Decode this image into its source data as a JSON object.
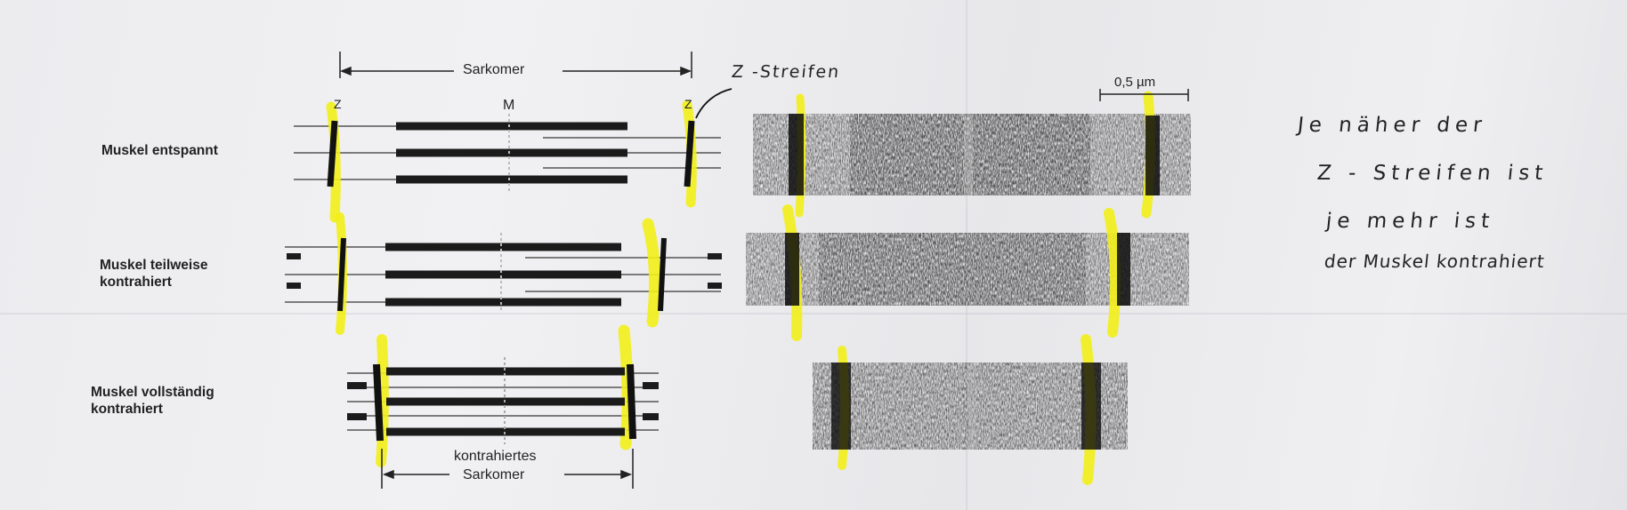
{
  "labels": {
    "sarkomer": "Sarkomer",
    "m": "M",
    "z_left": "Z",
    "z_right": "Z",
    "z_streifen": "Z -Streifen",
    "scale": "0,5 µm",
    "contracted_sarcomere_1": "kontrahiertes",
    "contracted_sarcomere_2": "Sarkomer"
  },
  "rows": [
    {
      "line1": "Muskel entspannt",
      "line2": ""
    },
    {
      "line1": "Muskel teilweise",
      "line2": "kontrahiert"
    },
    {
      "line1": "Muskel vollständig",
      "line2": "kontrahiert"
    }
  ],
  "note": {
    "line1": "Je näher der",
    "line2": "Z - Streifen ist",
    "line3": "je mehr ist",
    "line4": "der Muskel kontrahiert"
  },
  "colors": {
    "highlight": "#f2ee1a",
    "ink": "#161616",
    "paper": "#ececef"
  }
}
